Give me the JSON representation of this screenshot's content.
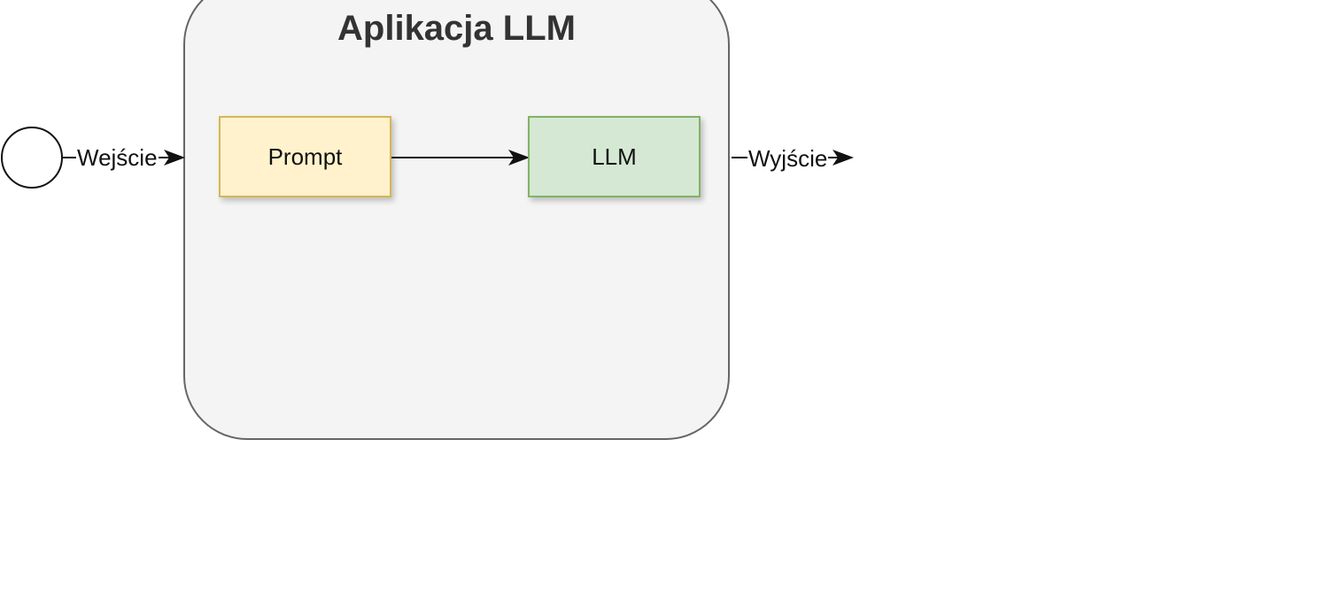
{
  "diagram": {
    "container": {
      "title": "Aplikacja LLM"
    },
    "nodes": {
      "prompt": "Prompt",
      "llm": "LLM"
    },
    "edges": {
      "input_label": "Wejście",
      "output_label": "Wyjście"
    },
    "colors": {
      "container_fill": "#f4f4f4",
      "container_stroke": "#666666",
      "prompt_fill": "#fff2cc",
      "prompt_stroke": "#d6b656",
      "llm_fill": "#d5e8d4",
      "llm_stroke": "#82b366"
    }
  }
}
